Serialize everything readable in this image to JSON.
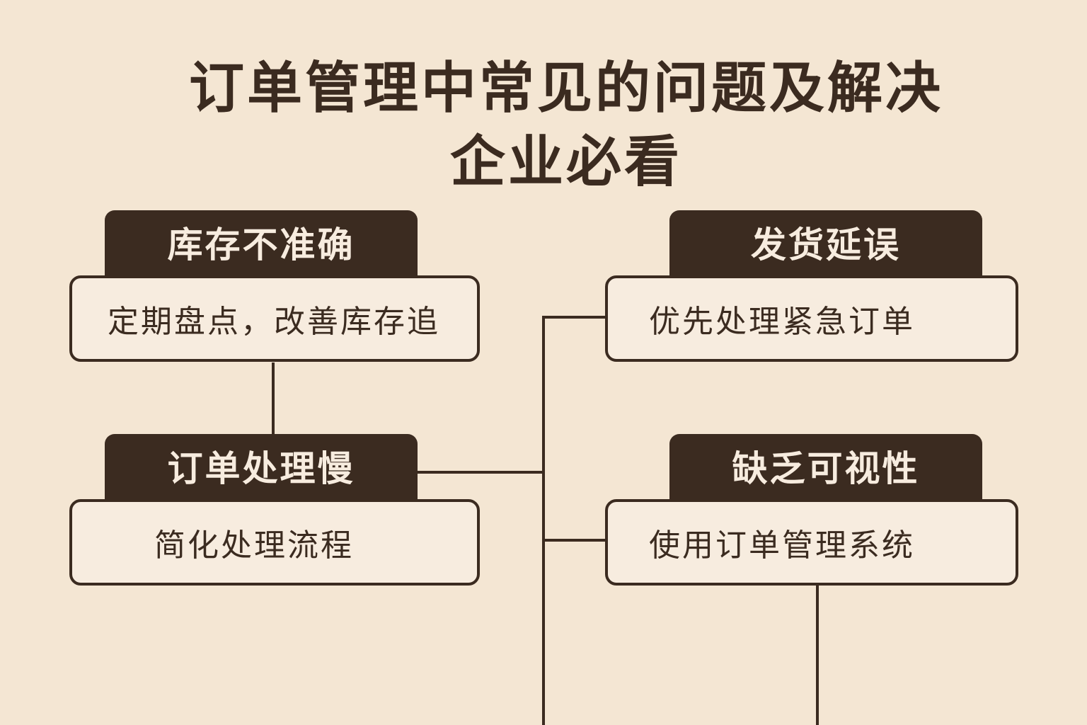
{
  "title": {
    "line1": "订单管理中常见的问题及解决",
    "line2": "企业必看"
  },
  "nodes": [
    {
      "problem": "库存不准确",
      "solution": "定期盘点，改善库存追"
    },
    {
      "problem": "订单处理慢",
      "solution": "简化处理流程"
    },
    {
      "problem": "发货延误",
      "solution": "优先处理紧急订单"
    },
    {
      "problem": "缺乏可视性",
      "solution": "使用订单管理系统"
    }
  ],
  "colors": {
    "background": "#f4e6d3",
    "dark": "#3b2b20",
    "box": "#f7ecdf"
  }
}
